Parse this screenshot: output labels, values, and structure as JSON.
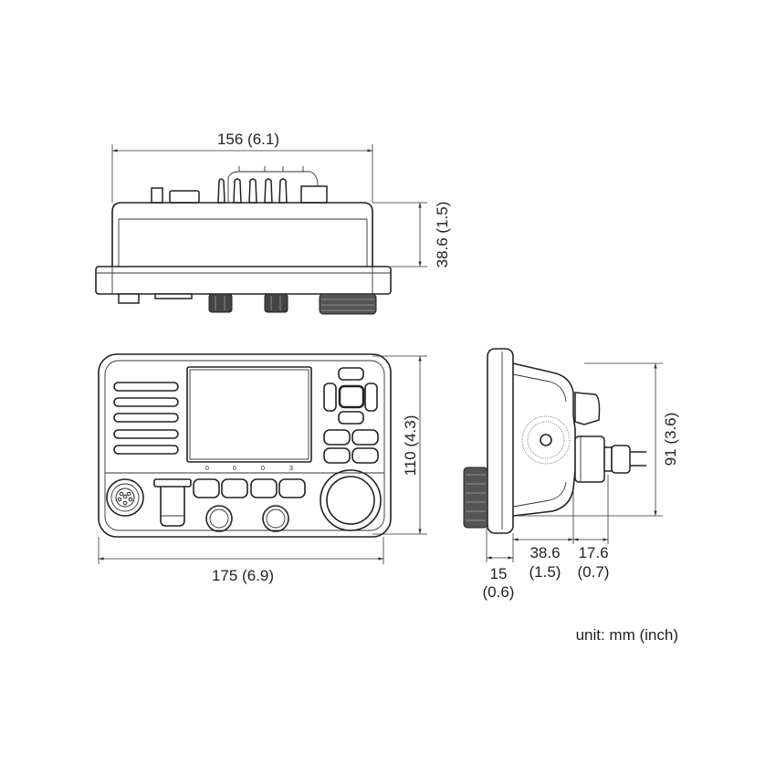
{
  "dimensions": {
    "top_width": "156 (6.1)",
    "top_depth": "38.6 (1.5)",
    "front_width": "175 (6.9)",
    "front_height": "110 (4.3)",
    "side_height": "91 (3.6)",
    "side_knob_mm": "15",
    "side_knob_in": "(0.6)",
    "side_body_mm": "38.6",
    "side_body_in": "(1.5)",
    "side_gland_mm": "17.6",
    "side_gland_in": "(0.7)"
  },
  "softkey_marks": [
    "0",
    "0",
    "0",
    "3"
  ],
  "unit_note": "unit: mm (inch)"
}
